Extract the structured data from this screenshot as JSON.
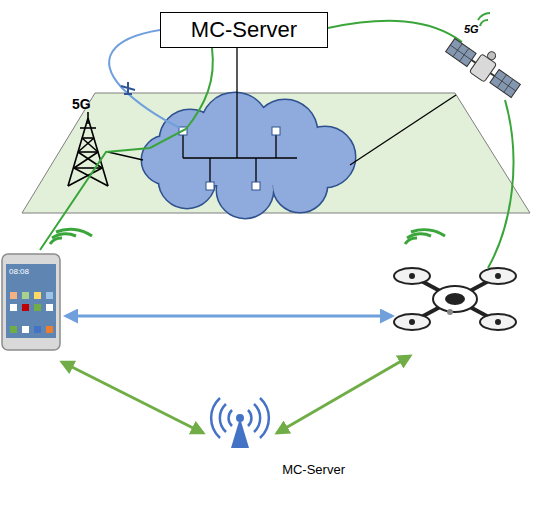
{
  "diagram": {
    "nodes": [
      {
        "text": [
          "MC-Server"
        ]
      },
      {
        "text": [
          "MC-Server"
        ]
      }
    ],
    "labels": [
      "5G",
      "5G",
      "08:08"
    ]
  }
}
